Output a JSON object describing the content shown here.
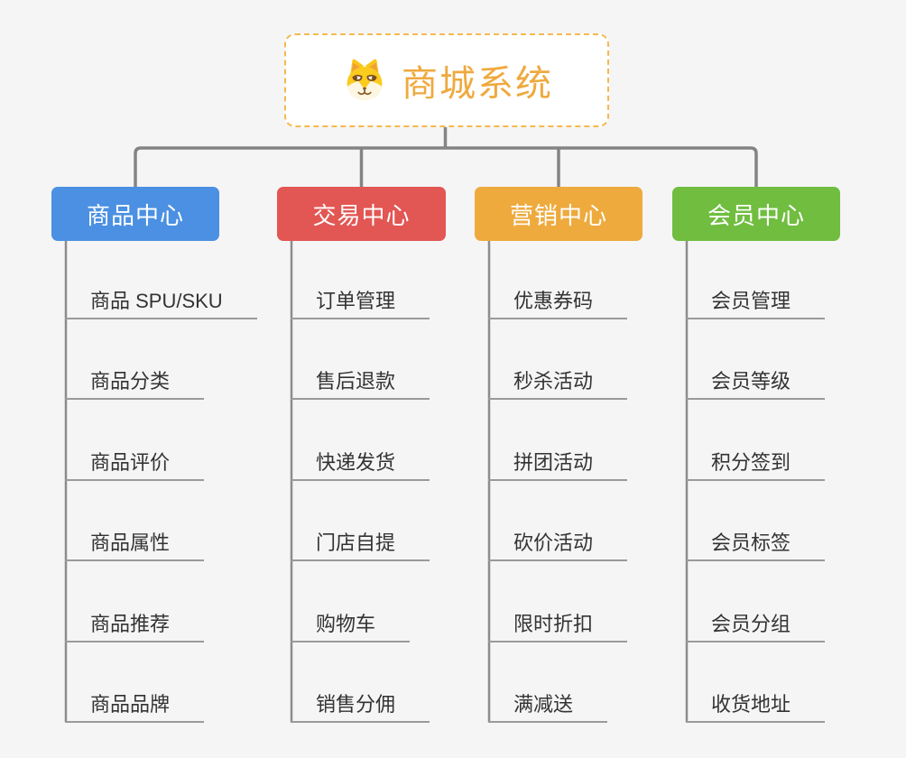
{
  "canvas": {
    "background": "#f5f5f5",
    "connector_color": "#848484",
    "leaf_line_color": "#9a9a9a",
    "leaf_text_color": "#333333"
  },
  "root": {
    "title": "商城系统",
    "title_color": "#efa93f",
    "border_color": "#f6b84e",
    "icon": "dog-face-icon"
  },
  "branches": [
    {
      "label": "商品中心",
      "color": "#4b90e2",
      "items": [
        "商品 SPU/SKU",
        "商品分类",
        "商品评价",
        "商品属性",
        "商品推荐",
        "商品品牌"
      ]
    },
    {
      "label": "交易中心",
      "color": "#e25653",
      "items": [
        "订单管理",
        "售后退款",
        "快递发货",
        "门店自提",
        "购物车",
        "销售分佣"
      ]
    },
    {
      "label": "营销中心",
      "color": "#eeaa3d",
      "items": [
        "优惠券码",
        "秒杀活动",
        "拼团活动",
        "砍价活动",
        "限时折扣",
        "满减送"
      ]
    },
    {
      "label": "会员中心",
      "color": "#70bd40",
      "items": [
        "会员管理",
        "会员等级",
        "积分签到",
        "会员标签",
        "会员分组",
        "收货地址"
      ]
    }
  ]
}
